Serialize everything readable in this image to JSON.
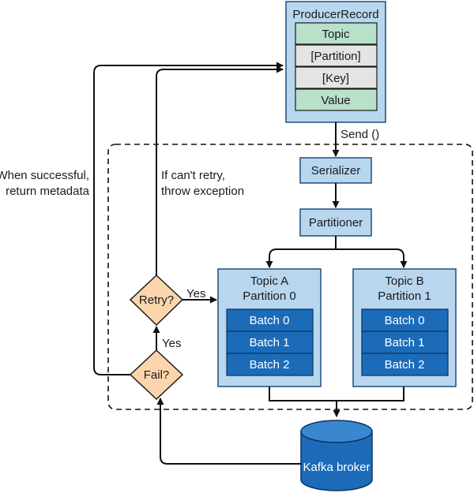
{
  "producer_record": {
    "title": "ProducerRecord",
    "fields": [
      "Topic",
      "[Partition]",
      "[Key]",
      "Value"
    ]
  },
  "send_label": "Send ()",
  "serializer": "Serializer",
  "partitioner": "Partitioner",
  "topic_a": {
    "line1": "Topic A",
    "line2": "Partition 0",
    "batches": [
      "Batch 0",
      "Batch 1",
      "Batch 2"
    ]
  },
  "topic_b": {
    "line1": "Topic B",
    "line2": "Partition 1",
    "batches": [
      "Batch 0",
      "Batch 1",
      "Batch 2"
    ]
  },
  "retry": "Retry?",
  "fail": "Fail?",
  "yes_retry": "Yes",
  "yes_fail": "Yes",
  "success_note": {
    "line1": "When successful,",
    "line2": "return metadata"
  },
  "error_note": {
    "line1": "If can't retry,",
    "line2": "throw exception"
  },
  "broker": "Kafka broker",
  "colors": {
    "light_blue": "#b8d6ee",
    "dark_blue": "#1c6bb8",
    "green": "#b9e0c9",
    "gray": "#e4e4e4",
    "diamond": "#fbd6ad",
    "line": "#111111"
  }
}
